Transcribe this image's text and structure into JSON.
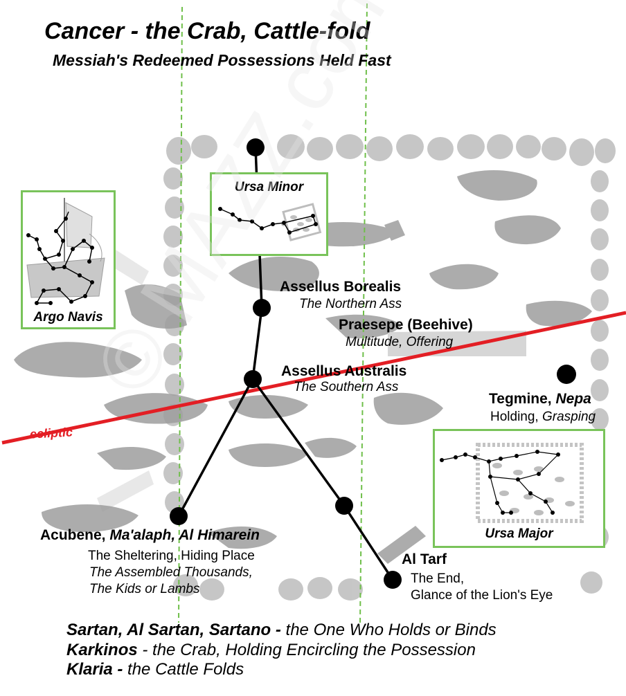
{
  "title": "Cancer - the Crab, Cattle-fold",
  "subtitle": "Messiah's Redeemed Possessions Held Fast",
  "watermark": "© MAZZ.com",
  "ecliptic_label": "ecliptic",
  "stars": {
    "assellus_borealis": {
      "name": "Assellus Borealis",
      "meaning": "The Northern Ass"
    },
    "praesepe": {
      "name": "Praesepe (Beehive)",
      "meaning": "Multitude, Offering"
    },
    "assellus_australis": {
      "name": "Assellus Australis",
      "meaning": "The Southern Ass"
    },
    "tegmine": {
      "name_plain": "Tegmine, ",
      "name_italic": "Nepa",
      "meaning_plain": "Holding, ",
      "meaning_italic": "Grasping"
    },
    "acubene": {
      "name_plain": "Acubene, ",
      "name_italic": "Ma'alaph, Al Himarein",
      "meaning_1": "The Sheltering, Hiding Place",
      "meaning_2": "The Assembled Thousands,",
      "meaning_3": "The Kids or Lambs"
    },
    "al_tarf": {
      "name": "Al Tarf",
      "meaning_1": "The End,",
      "meaning_2": "Glance of the Lion's Eye"
    }
  },
  "insets": {
    "ursa_minor": "Ursa Minor",
    "argo_navis": "Argo Navis",
    "ursa_major": "Ursa Major"
  },
  "footer": {
    "line1_bold": "Sartan, Al Sartan, Sartano - ",
    "line1_rest": " the One Who Holds or Binds",
    "line2_bold": "Karkinos",
    "line2_rest": " - the Crab, Holding Encircling the Possession",
    "line3_bold": "Klaria - ",
    "line3_rest": "the Cattle Folds"
  },
  "colors": {
    "ecliptic": "#e31e24",
    "guide_lines": "#6fbf4a",
    "inset_border": "#79c35a",
    "silhouette": "#9e9e9e"
  }
}
